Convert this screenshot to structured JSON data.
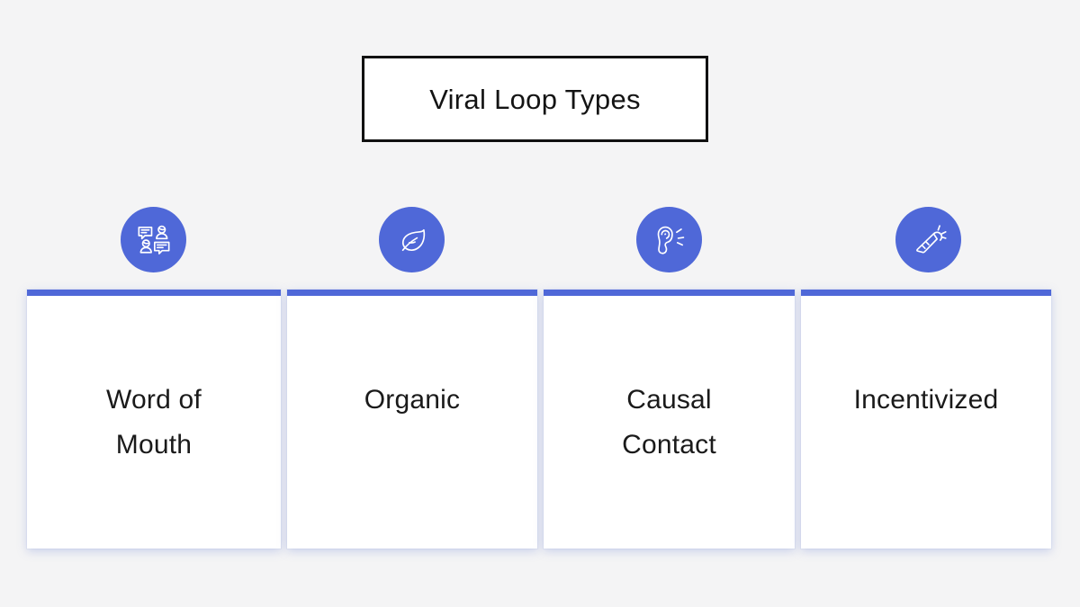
{
  "slide": {
    "background_color": "#f4f4f5",
    "accent_color": "#4f68d8",
    "title": "Viral Loop Types",
    "items": [
      {
        "label": "Word of\nMouth",
        "icon": "speech-bubbles-people-icon",
        "accent_color": "#4f68d8"
      },
      {
        "label": "Organic",
        "icon": "leaf-icon",
        "accent_color": "#4f68d8"
      },
      {
        "label": "Causal\nContact",
        "icon": "ear-listening-icon",
        "accent_color": "#4f68d8"
      },
      {
        "label": "Incentivized",
        "icon": "carrot-icon",
        "accent_color": "#4f68d8"
      }
    ]
  }
}
